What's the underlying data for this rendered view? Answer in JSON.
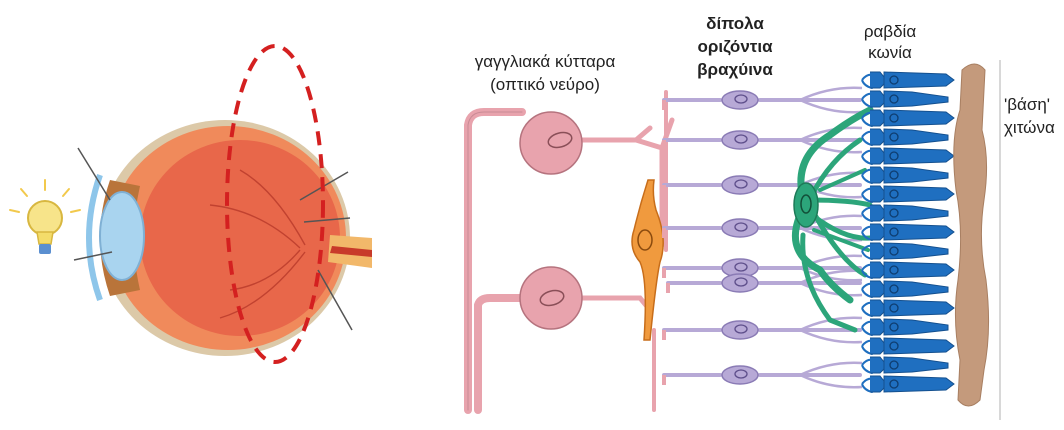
{
  "labels": {
    "ganglion_line1": "γαγγλιακά κύτταρα",
    "ganglion_line2": "(οπτικό νεύρο)",
    "bipolar": "δίπολα",
    "horizontal": "οριζόντια",
    "amacrine": "βραχύινα",
    "rods": "ραβδία",
    "cones": "κωνία",
    "base": "'βάση'",
    "retina": "χιτώνα"
  },
  "colors": {
    "ganglion": "#e8a3ad",
    "bipolar": "#b7a9d6",
    "horizontal": "#2ca57a",
    "amacrine": "#f09a3e",
    "photoreceptor": "#1f6fc0",
    "pigment": "#c49a7c",
    "highlight": "#d42020",
    "eye_sclera": "#e8674a"
  },
  "icons": [
    "lightbulb-icon"
  ]
}
